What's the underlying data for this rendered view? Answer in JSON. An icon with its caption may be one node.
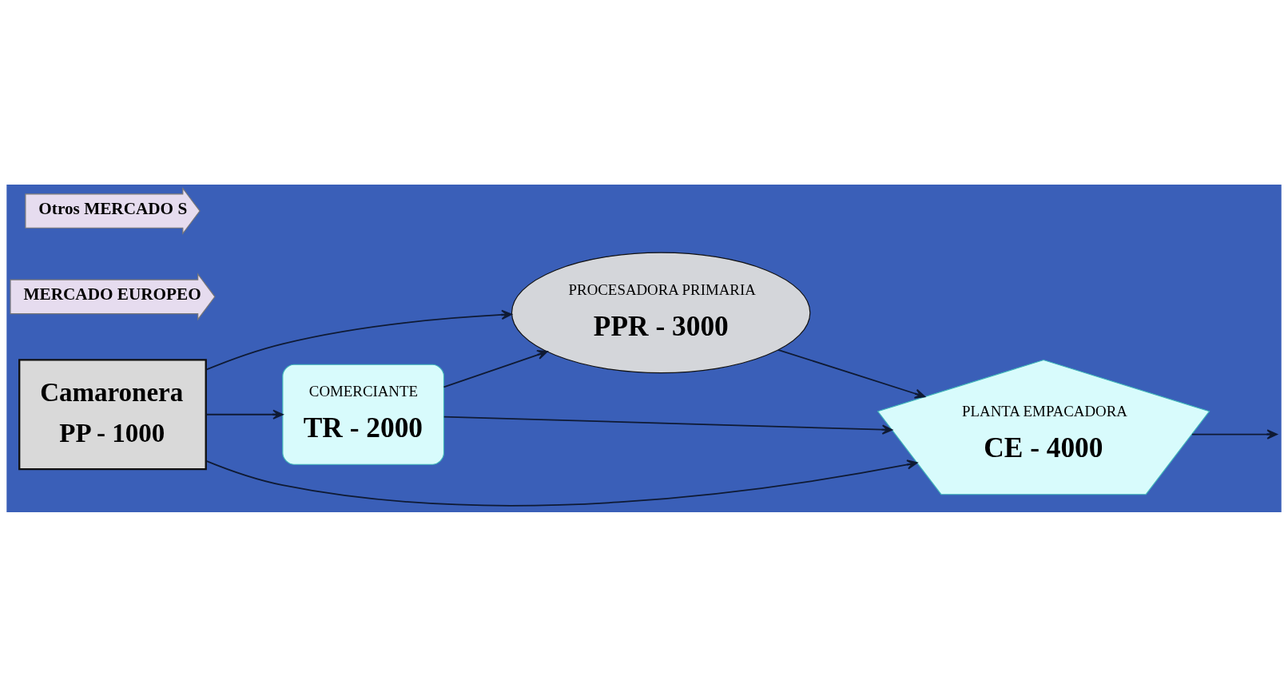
{
  "diagram": {
    "nodes": [
      {
        "text": [
          "Camaronera",
          "PP - 1000"
        ]
      },
      {
        "text": [
          "PROCESADORA PRIMARIA",
          "PPR - 3000"
        ]
      },
      {
        "text": [
          "COMERCIANTE",
          "TR - 2000"
        ]
      },
      {
        "text": [
          "PLANTA EMPACADORA",
          "CE - 4000"
        ]
      },
      {
        "text": [
          "MERCADO EUROPEO"
        ]
      },
      {
        "text": [
          "Otros MERCADO S"
        ]
      }
    ],
    "edges": [
      {
        "from": 0,
        "to": 1,
        "arrow": "to"
      },
      {
        "from": 0,
        "to": 2,
        "arrow": "to"
      },
      {
        "from": 2,
        "to": 1,
        "arrow": "to"
      },
      {
        "from": 1,
        "to": 3,
        "arrow": "to"
      },
      {
        "from": 2,
        "to": 3,
        "arrow": "to"
      },
      {
        "from": 0,
        "to": 3,
        "arrow": "to"
      },
      {
        "from": 3,
        "to": null,
        "arrow": "to"
      }
    ]
  }
}
